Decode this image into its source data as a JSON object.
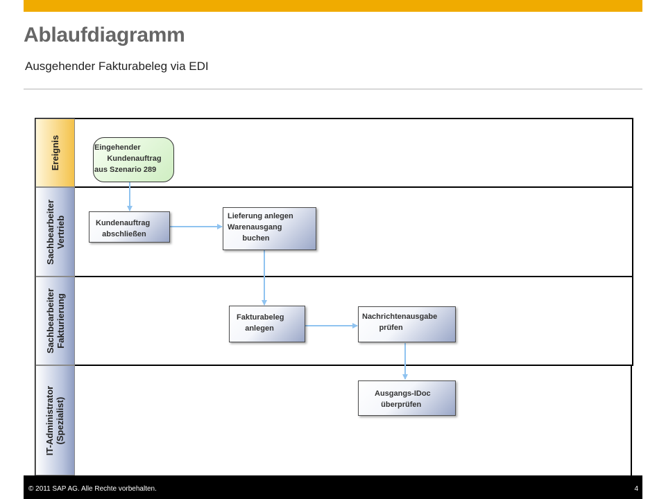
{
  "header": {
    "title": "Ablaufdiagramm",
    "subtitle": "Ausgehender Fakturabeleg via EDI"
  },
  "lanes": [
    {
      "label": "Ereignis"
    },
    {
      "label": "Sachbearbeiter\nVertrieb"
    },
    {
      "label": "Sachbearbeiter\nFakturierung"
    },
    {
      "label": "IT-Administrator\n(Spezialist)"
    }
  ],
  "nodes": {
    "event": "Eingehender\n      Kundenauftrag\naus Szenario 289",
    "kundenauftrag": "Kundenauftrag\n   abschließen",
    "lieferung": "Lieferung anlegen\nWarenausgang\n       buchen",
    "fakturabeleg": "Fakturabeleg\n    anlegen",
    "nachrichten": "Nachrichtenausgabe\n        prüfen",
    "idoc": "Ausgangs-IDoc\n   überprüfen"
  },
  "colors": {
    "accent": "#f0ab00",
    "arrow": "#8fc3f0",
    "event_fill": "#cfeec2",
    "box_fill": "#9aa7c8"
  },
  "footer": {
    "copyright": "© 2011 SAP AG. Alle Rechte vorbehalten.",
    "page": "4"
  }
}
